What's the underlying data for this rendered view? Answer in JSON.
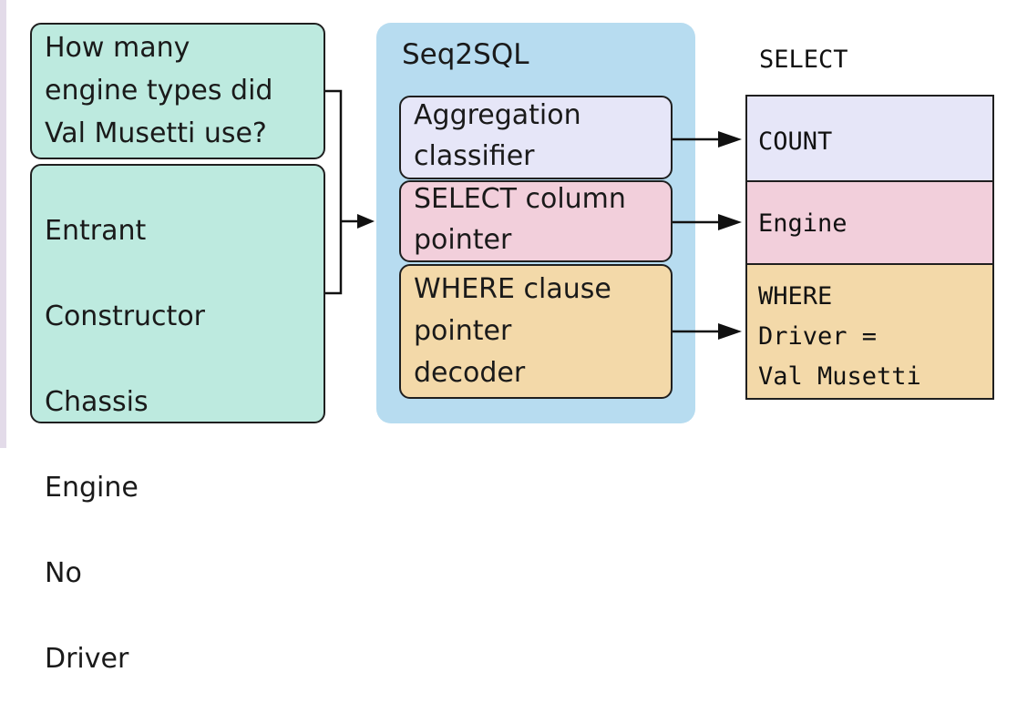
{
  "question": "How many\nengine types did\nVal Musetti use?",
  "columns": [
    "Entrant",
    "Constructor",
    "Chassis",
    "Engine",
    "No",
    "Driver"
  ],
  "model": {
    "title": "Seq2SQL",
    "aggregation": "Aggregation\nclassifier",
    "select_pointer": "SELECT column\npointer",
    "where_decoder": "WHERE clause\npointer\ndecoder"
  },
  "output": {
    "header": "SELECT",
    "aggregation": "COUNT",
    "select_column": "Engine",
    "where": "WHERE\nDriver =\nVal Musetti"
  },
  "colors": {
    "input": "#bdeadf",
    "model_bg": "#b7dcf0",
    "aggregation": "#e6e6f8",
    "select": "#f2cfdb",
    "where": "#f3d9a9"
  }
}
